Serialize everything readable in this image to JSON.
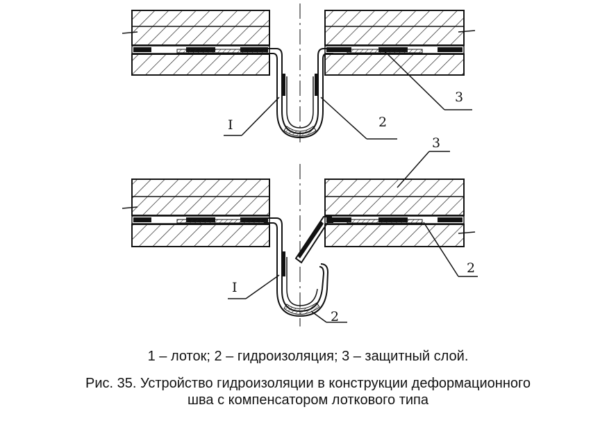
{
  "figure": {
    "top_labels": {
      "one": "I",
      "two": "2",
      "three": "3"
    },
    "bottom_labels": {
      "one": "I",
      "two_lower": "2",
      "two_right": "2",
      "three": "3"
    }
  },
  "legend": "1 – лоток; 2 – гидроизоляция; 3 – защитный слой.",
  "caption": {
    "line1": "Рис. 35. Устройство гидроизоляции в конструкции деформационного",
    "line2": "шва с компенсатором лоткового типа"
  }
}
